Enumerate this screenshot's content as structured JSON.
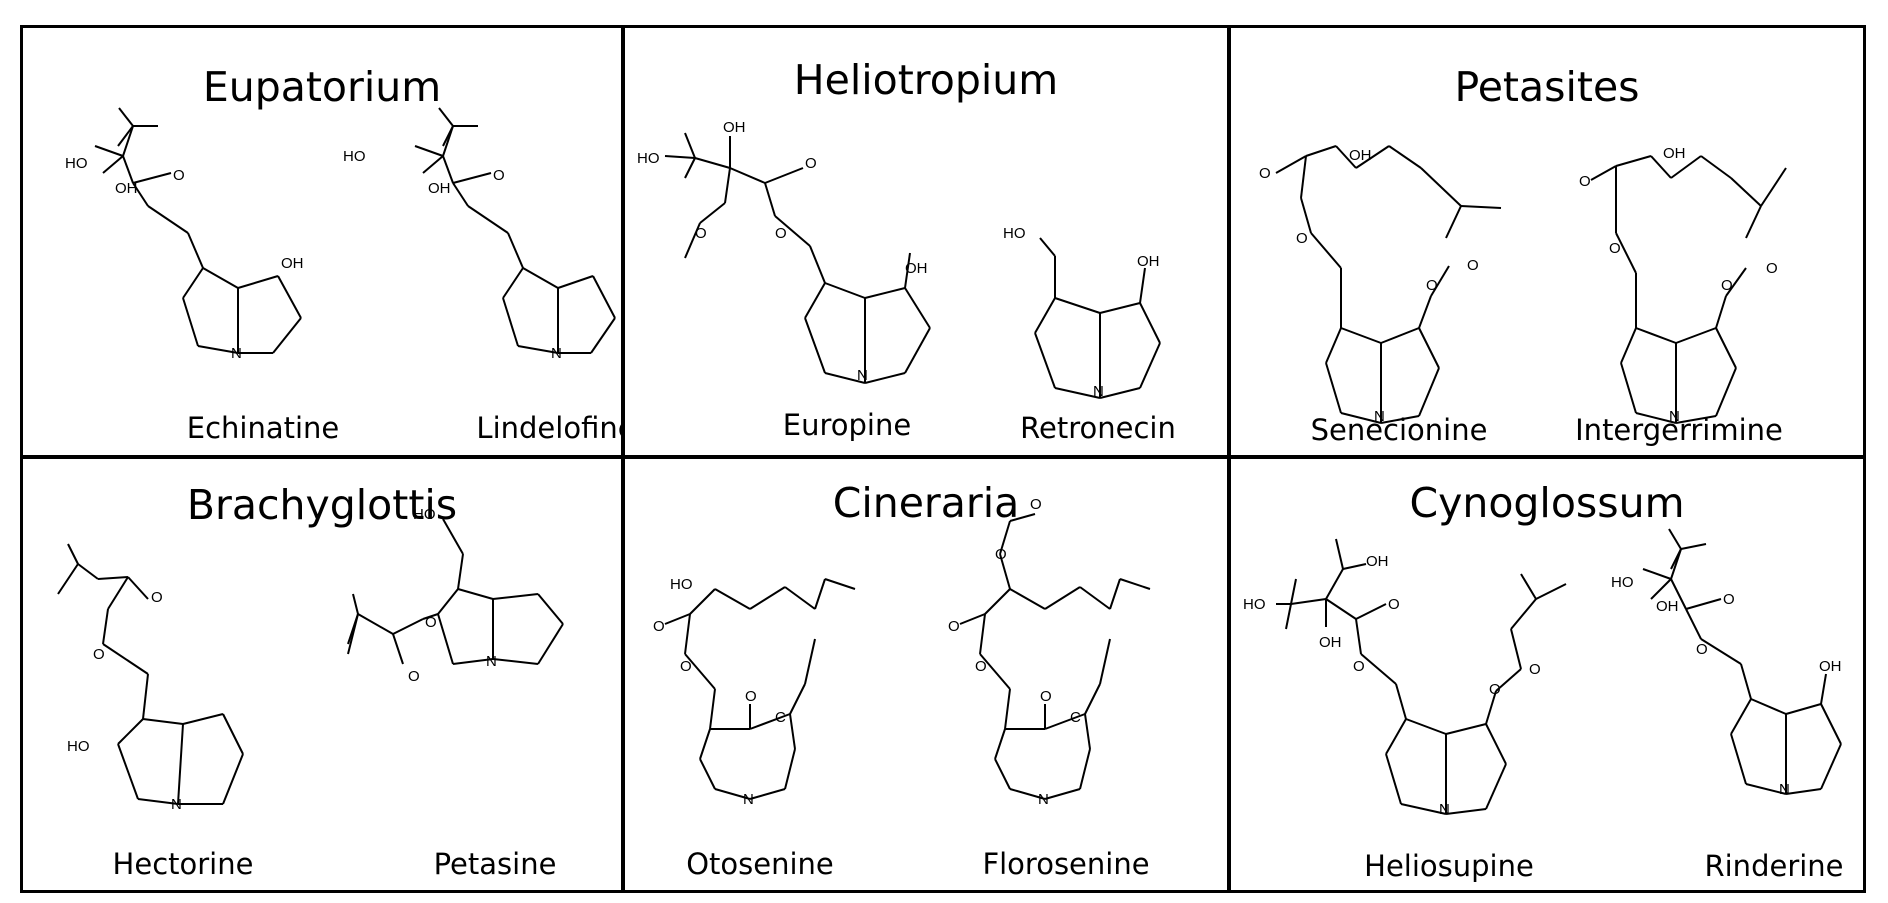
{
  "panels": [
    {
      "genus": "Eupatorium",
      "compounds": [
        "Echinatine",
        "Lindelofine"
      ]
    },
    {
      "genus": "Heliotropium",
      "compounds": [
        "Europine",
        "Retronecin"
      ]
    },
    {
      "genus": "Petasites",
      "compounds": [
        "Senecionine",
        "Intergerrimine"
      ]
    },
    {
      "genus": "Brachyglottis",
      "compounds": [
        "Hectorine",
        "Petasine"
      ]
    },
    {
      "genus": "Cineraria",
      "compounds": [
        "Otosenine",
        "Florosenine"
      ]
    },
    {
      "genus": "Cynoglossum",
      "compounds": [
        "Heliosupine",
        "Rinderine"
      ]
    }
  ],
  "atom_labels": {
    "hydroxyl": "OH",
    "hydroxyl_left": "HO",
    "oxygen": "O",
    "nitrogen": "N",
    "carbon": "C"
  }
}
